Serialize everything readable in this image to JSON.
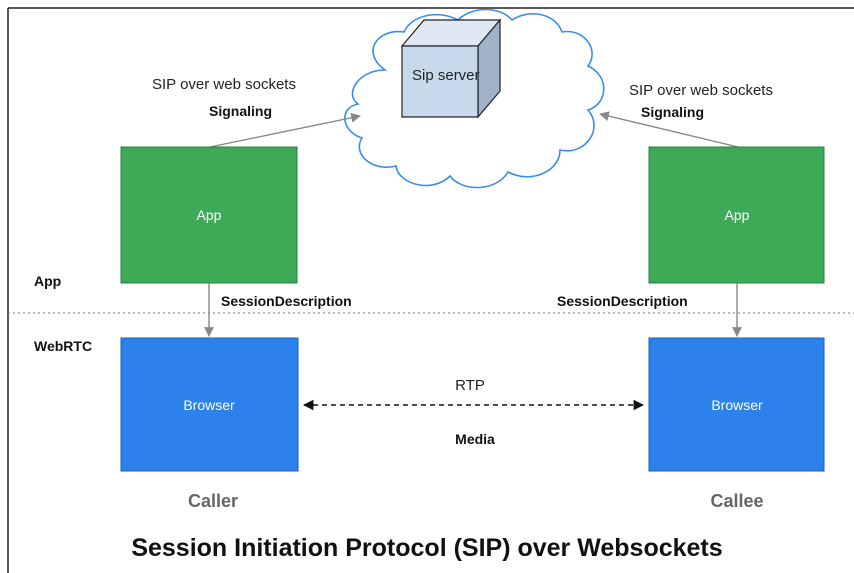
{
  "title": "Session Initiation Protocol (SIP) over Websockets",
  "server": {
    "label": "Sip server"
  },
  "left": {
    "transport": "SIP over web sockets",
    "signaling": "Signaling",
    "app": "App",
    "session": "SessionDescription",
    "browser": "Browser",
    "role": "Caller"
  },
  "right": {
    "transport": "SIP over web sockets",
    "signaling": "Signaling",
    "app": "App",
    "session": "SessionDescription",
    "browser": "Browser",
    "role": "Callee"
  },
  "layers": {
    "app": "App",
    "webrtc": "WebRTC"
  },
  "media": {
    "protocol": "RTP",
    "label": "Media"
  },
  "colors": {
    "app_box": "#3daa57",
    "browser_box": "#2c82ea",
    "cloud_stroke": "#3a8ee6",
    "cube_face": "#c9d9ec",
    "arrow": "#888888",
    "role_text": "#666666"
  }
}
